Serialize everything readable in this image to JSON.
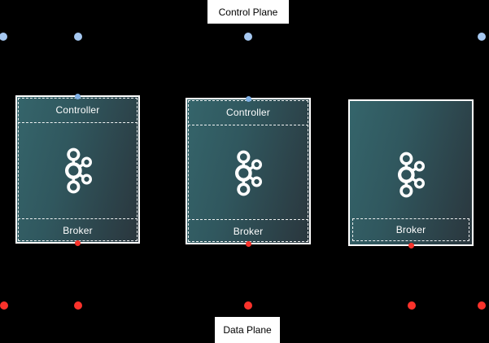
{
  "title_labels": {
    "control_plane": "Control Plane",
    "data_plane": "Data Plane"
  },
  "nodes": [
    {
      "controller_label": "Controller",
      "broker_label": "Broker",
      "icon": "kafka-logo"
    },
    {
      "controller_label": "Controller",
      "broker_label": "Broker",
      "icon": "kafka-logo"
    },
    {
      "broker_label": "Broker",
      "icon": "kafka-logo"
    }
  ],
  "endpoints": {
    "controller_dot_count_row": 4,
    "broker_dot_count_row": 5,
    "controller_dot_color": "#a6c8f1",
    "broker_dot_color": "#fb322b"
  },
  "colors": {
    "background": "#000000",
    "node_border": "#ffffff",
    "node_gradient_left": "#35656b",
    "node_gradient_right": "#2a363d",
    "label_bg": "#ffffff",
    "label_text": "#000000",
    "section_text": "#ffffff"
  }
}
